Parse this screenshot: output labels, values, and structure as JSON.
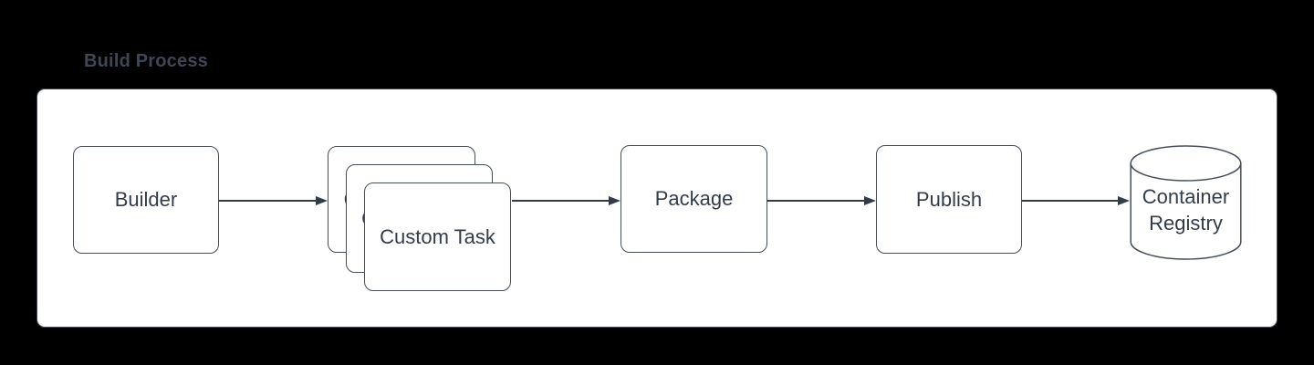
{
  "title": "Build Process",
  "colors": {
    "background": "#000000",
    "panel_fill": "#ffffff",
    "shape_stroke": "#454e5c",
    "shape_fill": "#ffffff",
    "text": "#333c4a",
    "title_text": "#3e4754",
    "arrow": "#333b49"
  },
  "diagram": {
    "nodes": [
      {
        "id": "builder",
        "shape": "rounded-rectangle",
        "label": "Builder"
      },
      {
        "id": "custom-task",
        "shape": "stacked-rounded-rectangles",
        "stack_count": 3,
        "label": "Custom Task"
      },
      {
        "id": "package",
        "shape": "rounded-rectangle",
        "label": "Package"
      },
      {
        "id": "publish",
        "shape": "rounded-rectangle",
        "label": "Publish"
      },
      {
        "id": "container-registry",
        "shape": "cylinder",
        "label": "Container Registry",
        "lines": [
          "Container",
          "Registry"
        ]
      }
    ],
    "connections": [
      {
        "from": "Builder",
        "to": "Custom Task"
      },
      {
        "from": "Custom Task",
        "to": "Package"
      },
      {
        "from": "Package",
        "to": "Publish"
      },
      {
        "from": "Publish",
        "to": "Container Registry"
      }
    ]
  }
}
